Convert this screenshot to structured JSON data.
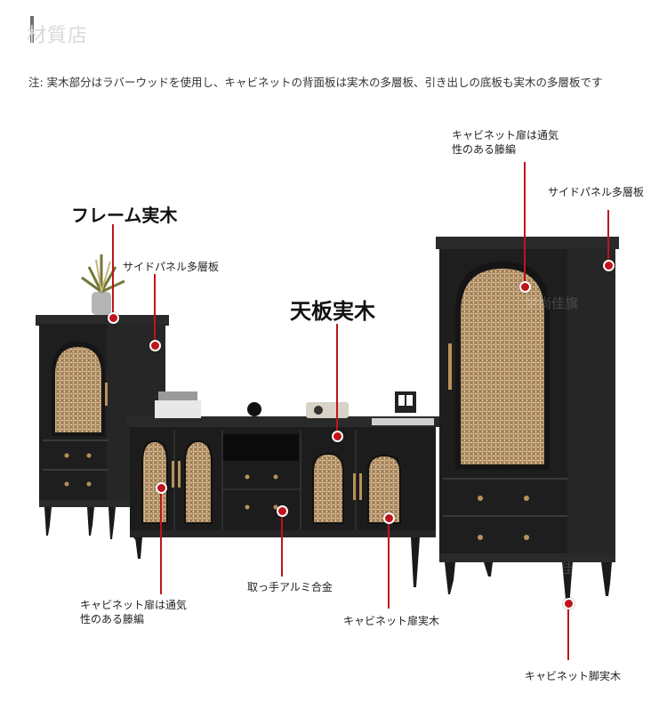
{
  "header": {
    "title": "材質店"
  },
  "note": "注: 実木部分はラバーウッドを使用し、キャビネットの背面板は実木の多層板、引き出しの底板も実木の多層板です",
  "watermarks": [
    "梦尚佳旗",
    "梦尚佳旗"
  ],
  "labels": {
    "frame": "フレーム実木",
    "side_panel_left": "サイドパネル多層板",
    "top_board": "天板実木",
    "door_rattan_right_line1": "キャビネット扉は通気",
    "door_rattan_right_line2": "性のある籐編",
    "side_panel_right": "サイドパネル多層板",
    "door_rattan_left_line1": "キャビネット扉は通気",
    "door_rattan_left_line2": "性のある籐編",
    "handle": "取っ手アルミ合金",
    "door_solid": "キャビネット扉実木",
    "leg": "キャビネット脚実木"
  },
  "colors": {
    "accent": "#c0141b",
    "furniture": "#1e1e1e",
    "rattan": "#c9a77c",
    "brass": "#b8925a"
  }
}
